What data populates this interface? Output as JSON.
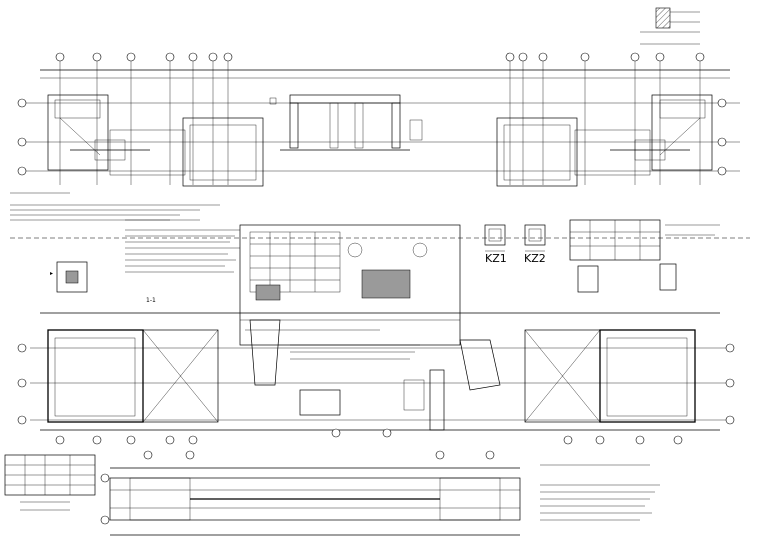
{
  "drawing": {
    "column_labels": {
      "kz1": "KZ1",
      "kz2": "KZ2"
    },
    "section_labels": {
      "s1": "1-1"
    }
  }
}
